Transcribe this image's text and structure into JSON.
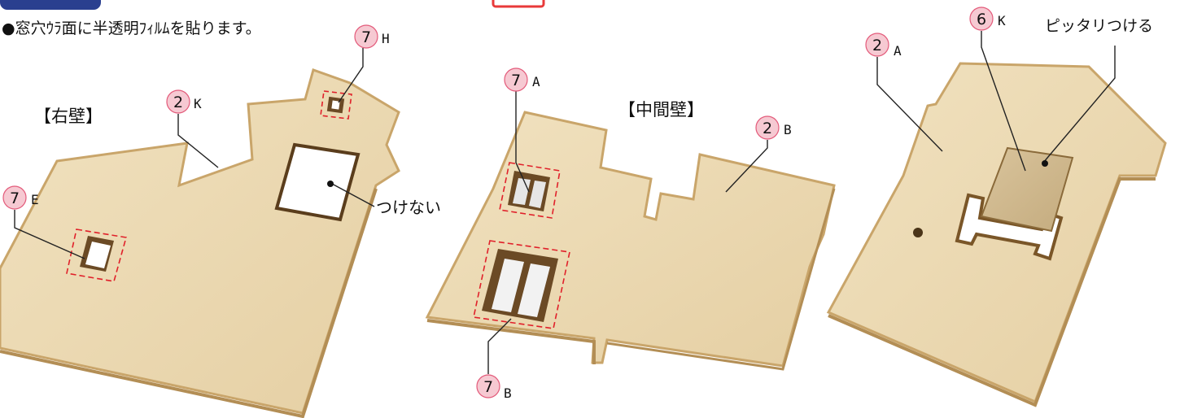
{
  "instruction": "●窓穴ｳﾗ面に半透明ﾌｨﾙﾑを貼ります。",
  "colors": {
    "wood": "#ecd9b3",
    "wood_edge": "#c9a56a",
    "dash_red": "#e0202a",
    "callout_circle": "#f6c9d2",
    "header_tab": "#2a3f8f",
    "header_red": "#e83a3a"
  },
  "panels": {
    "right_wall": {
      "title": "【右壁】"
    },
    "middle_wall": {
      "title": "【中間壁】"
    }
  },
  "callouts": [
    {
      "id": "c1",
      "number": "7",
      "letter": "H"
    },
    {
      "id": "c2",
      "number": "2",
      "letter": "K"
    },
    {
      "id": "c3",
      "number": "7",
      "letter": "E"
    },
    {
      "id": "c4",
      "number": "7",
      "letter": "A"
    },
    {
      "id": "c5",
      "number": "2",
      "letter": "B"
    },
    {
      "id": "c6",
      "number": "7",
      "letter": "B"
    },
    {
      "id": "c7",
      "number": "2",
      "letter": "A"
    },
    {
      "id": "c8",
      "number": "6",
      "letter": "K"
    }
  ],
  "notes": {
    "no_attach": "つけない",
    "fit_snug": "ピッタリつける"
  }
}
